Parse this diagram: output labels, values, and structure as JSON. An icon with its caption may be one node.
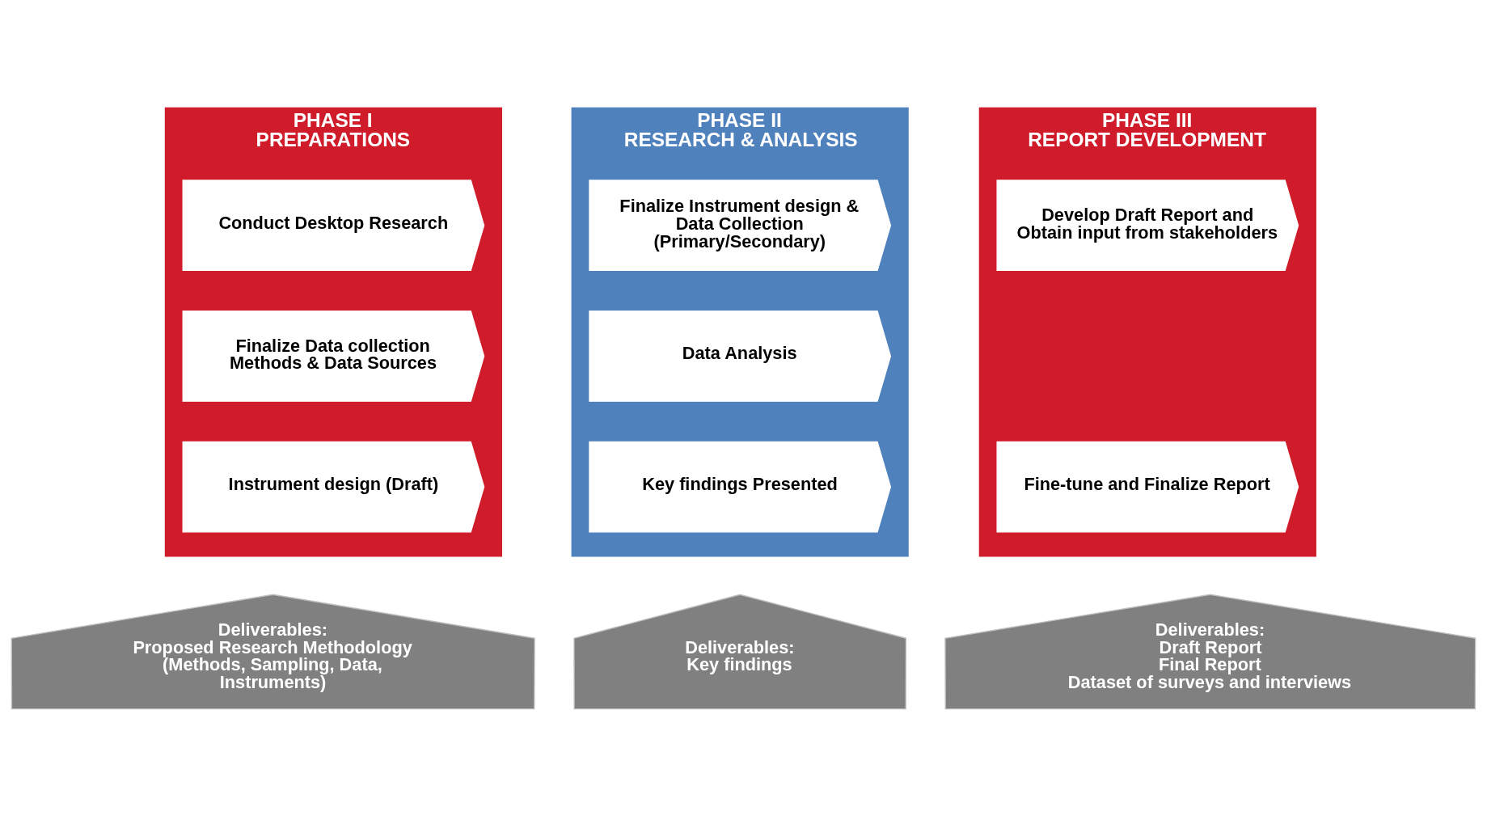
{
  "diagram": {
    "nodes": [
      {
        "text": [
          "PHASE I",
          "PREPARATIONS"
        ]
      },
      {
        "text": [
          "Conduct Desktop Research"
        ],
        "in": 0
      },
      {
        "text": [
          "Finalize Data collection Methods & Data Sources"
        ],
        "in": 0
      },
      {
        "text": [
          "Instrument design (Draft)"
        ],
        "in": 0
      },
      {
        "text": [
          "PHASE II",
          "RESEARCH & ANALYSIS"
        ]
      },
      {
        "text": [
          "Finalize Instrument design & Data Collection (Primary/Secondary)"
        ],
        "in": 4
      },
      {
        "text": [
          "Data Analysis"
        ],
        "in": 4
      },
      {
        "text": [
          "Key findings Presented"
        ],
        "in": 4
      },
      {
        "text": [
          "PHASE III",
          "REPORT DEVELOPMENT"
        ]
      },
      {
        "text": [
          "Develop Draft Report and Obtain input from stakeholders"
        ],
        "in": 8
      },
      {
        "text": [
          "Fine-tune and Finalize Report"
        ],
        "in": 8
      },
      {
        "text": [
          "Deliverables:",
          "Proposed Research Methodology (Methods, Sampling, Data, Instruments)"
        ]
      },
      {
        "text": [
          "Deliverables:",
          "Key findings"
        ]
      },
      {
        "text": [
          "Deliverables:",
          "Draft Report",
          "Final Report",
          "Dataset of surveys and interviews"
        ]
      }
    ],
    "edges": []
  }
}
